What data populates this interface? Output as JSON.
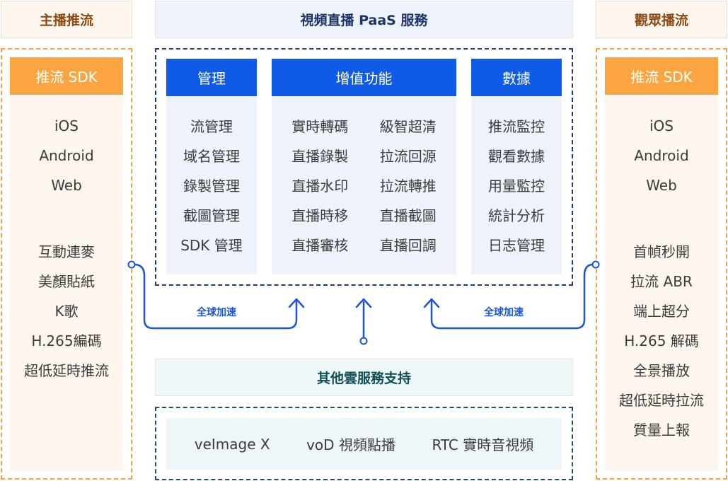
{
  "left_panel": {
    "title": "主播推流",
    "sdk_header": "推流 SDK",
    "platforms": [
      "iOS",
      "Android",
      "Web"
    ],
    "features": [
      "互動連麥",
      "美顏貼紙",
      "K歌",
      "H.265編碼",
      "超低延時推流"
    ]
  },
  "center": {
    "title": "視頻直播 PaaS 服務",
    "management": {
      "header": "管理",
      "items": [
        "流管理",
        "域名管理",
        "錄製管理",
        "截圖管理",
        "SDK 管理"
      ]
    },
    "value_added": {
      "header": "增值功能",
      "items": [
        "實時轉碼",
        "級智超清",
        "直播錄製",
        "拉流回源",
        "直播水印",
        "拉流轉推",
        "直播時移",
        "直播截圖",
        "直播審核",
        "直播回調"
      ]
    },
    "data": {
      "header": "數據",
      "items": [
        "推流監控",
        "觀看數據",
        "用量監控",
        "統計分析",
        "日志管理"
      ]
    }
  },
  "right_panel": {
    "title": "觀眾播流",
    "sdk_header": "推流 SDK",
    "platforms": [
      "iOS",
      "Android",
      "Web"
    ],
    "features": [
      "首幀秒開",
      "拉流 ABR",
      "端上超分",
      "H.265 解碼",
      "全景播放",
      "超低延時拉流",
      "質量上報"
    ]
  },
  "connectors": {
    "left_label": "全球加速",
    "right_label": "全球加速"
  },
  "other_services": {
    "title": "其他雲服務支持",
    "items": [
      "veImage X",
      "voD 視頻點播",
      "RTC 實時音視頻"
    ]
  },
  "colors": {
    "orange": "#fba542",
    "blue": "#0f5ae6",
    "navy": "#1f3d6b",
    "connector": "#1a56d6"
  }
}
